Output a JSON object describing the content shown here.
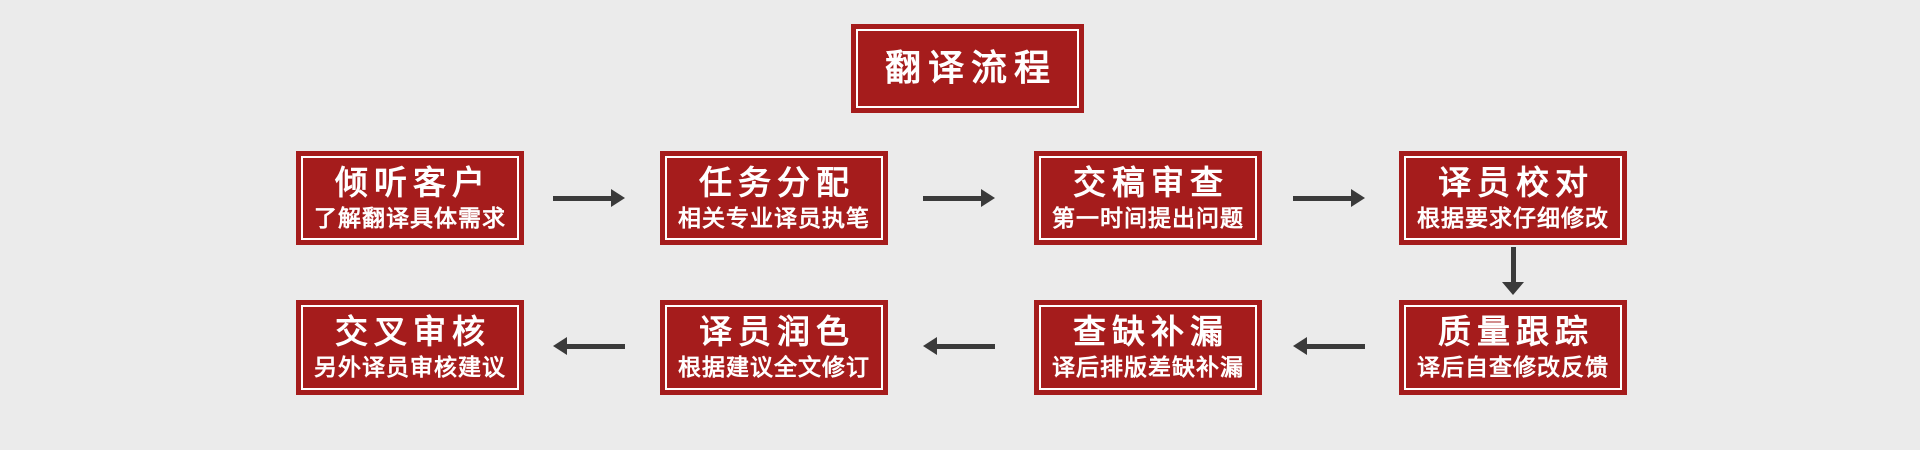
{
  "colors": {
    "box_red": "#A51C1C",
    "inner_border": "#FFFFFF",
    "text": "#FFFFFF",
    "arrow": "#3A3A3A",
    "background": "#EBEBEB"
  },
  "title": {
    "label": "翻译流程"
  },
  "steps": [
    {
      "title": "倾听客户",
      "subtitle": "了解翻译具体需求"
    },
    {
      "title": "任务分配",
      "subtitle": "相关专业译员执笔"
    },
    {
      "title": "交稿审查",
      "subtitle": "第一时间提出问题"
    },
    {
      "title": "译员校对",
      "subtitle": "根据要求仔细修改"
    },
    {
      "title": "质量跟踪",
      "subtitle": "译后自查修改反馈"
    },
    {
      "title": "查缺补漏",
      "subtitle": "译后排版差缺补漏"
    },
    {
      "title": "译员润色",
      "subtitle": "根据建议全文修订"
    },
    {
      "title": "交叉审核",
      "subtitle": "另外译员审核建议"
    }
  ]
}
